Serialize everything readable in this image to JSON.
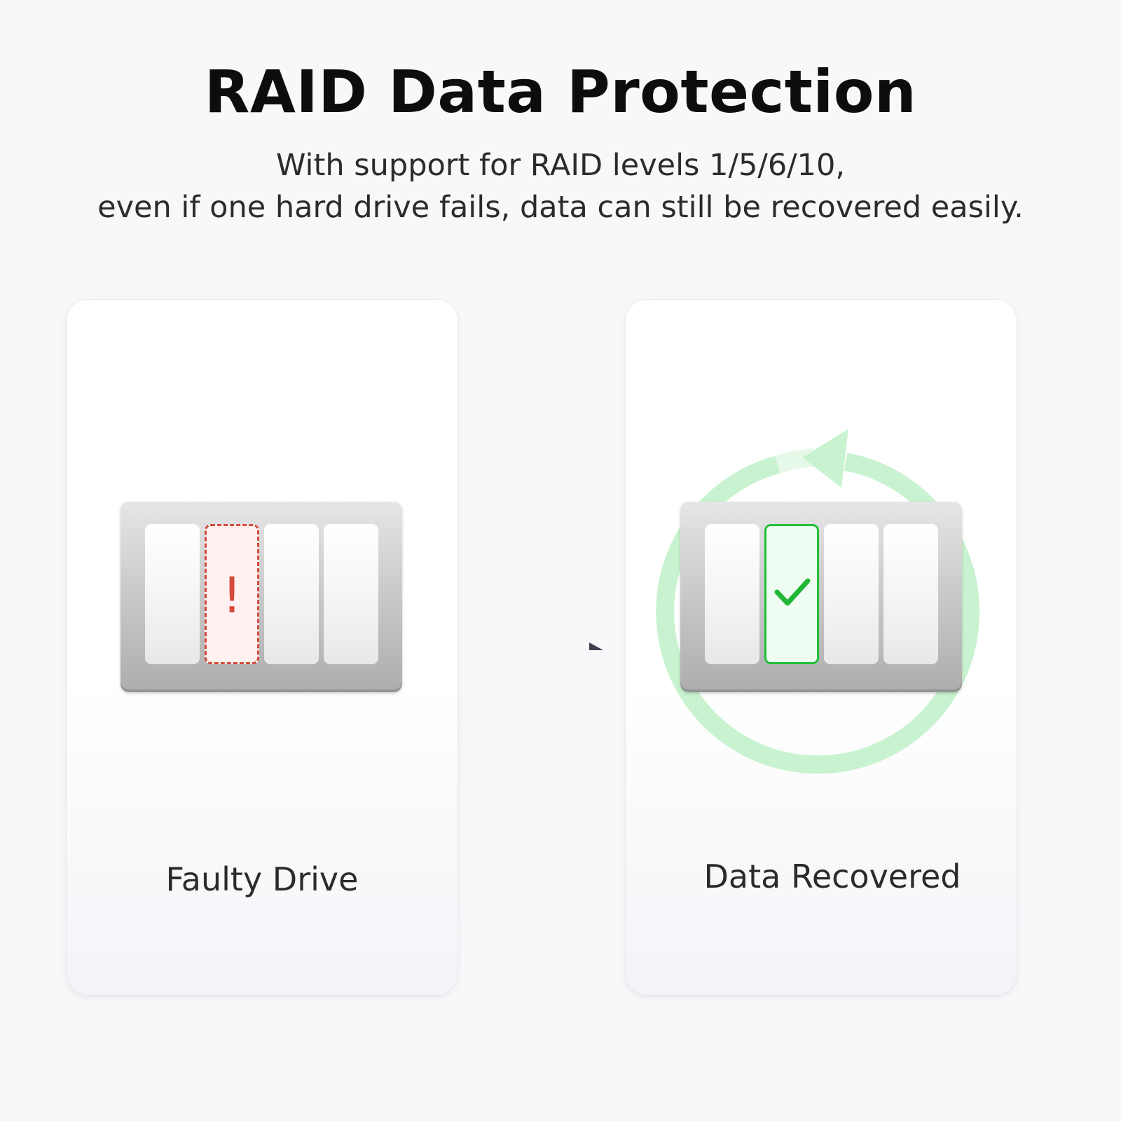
{
  "header": {
    "title": "RAID Data Protection",
    "subtitle_line1": "With support for RAID levels 1/5/6/10,",
    "subtitle_line2": "even if one hard drive fails, data can still be recovered easily."
  },
  "panels": {
    "left": {
      "label": "Faulty Drive",
      "marker": "!"
    },
    "right": {
      "label": "Data Recovered"
    }
  },
  "colors": {
    "fault": "#d44a3c",
    "ok": "#22bf3a",
    "ring": "#c9f3d0",
    "arrow": "#4a4a5a"
  },
  "icons": [
    "exclamation-icon",
    "checkmark-icon",
    "recovery-cycle-icon",
    "dashed-arrow-icon"
  ]
}
